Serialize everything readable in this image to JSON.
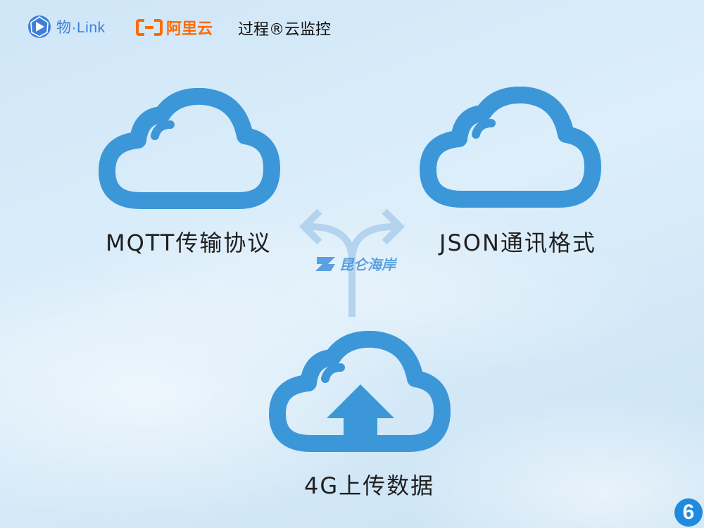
{
  "header": {
    "wulink_logo_text": "物·Link",
    "aliyun_logo_text": "阿里云",
    "title": "过程®云监控"
  },
  "clouds": {
    "left_label": "MQTT传输协议",
    "right_label": "JSON通讯格式",
    "bottom_label": "4G上传数据"
  },
  "watermark": {
    "chinese": "昆仑海岸"
  },
  "page_number": "6",
  "colors": {
    "cloud_blue": "#3c97d9",
    "arrow_blue": "#b4d3ee",
    "aliyun_orange": "#ff6a00",
    "wulink_blue": "#3f7fd8",
    "badge_blue": "#1e8be0"
  },
  "icons": {
    "left_cloud": "cloud-outline-icon",
    "right_cloud": "cloud-outline-icon",
    "bottom_cloud": "cloud-upload-icon",
    "branch": "branch-arrows-icon"
  }
}
